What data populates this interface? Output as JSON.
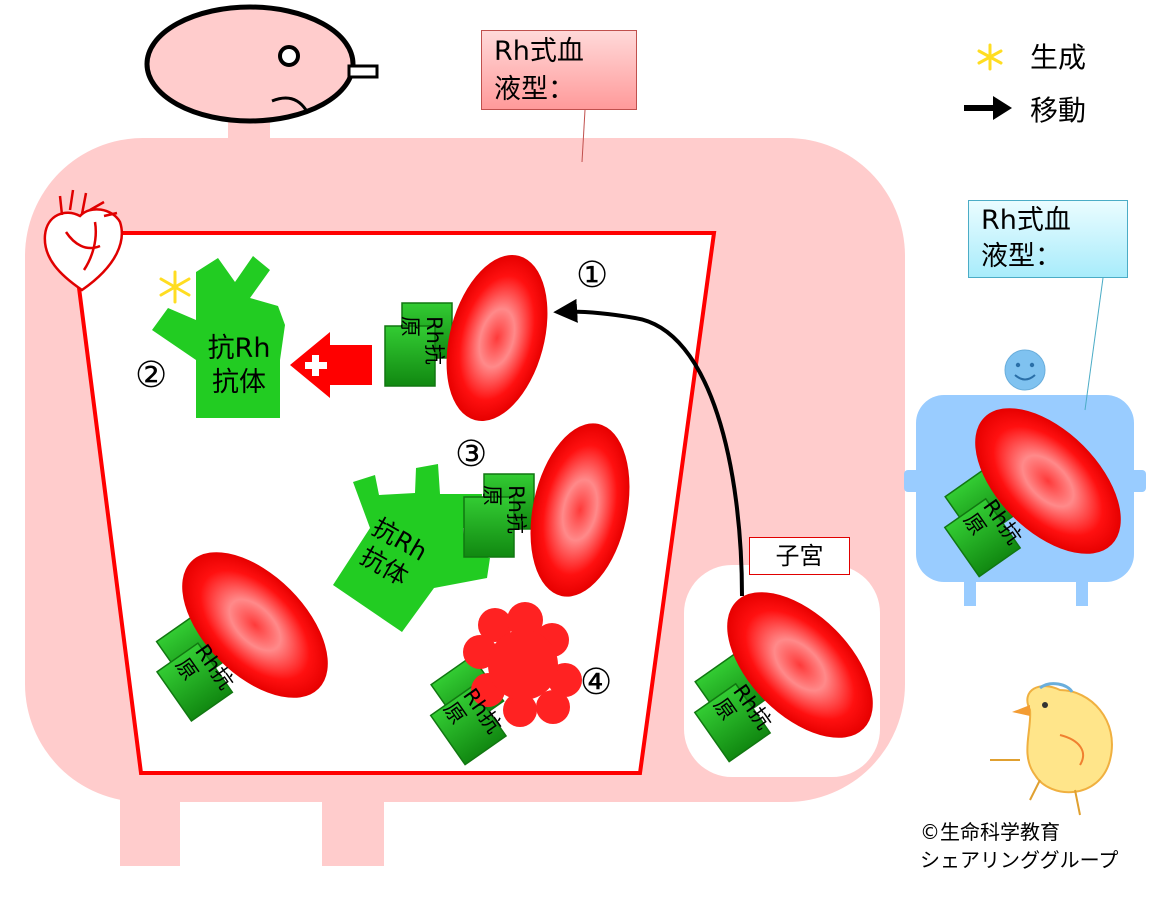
{
  "legend": {
    "generation_label": "生成",
    "movement_label": "移動"
  },
  "mother_label": {
    "line1": "Rh式血",
    "line2": "液型："
  },
  "child_label": {
    "line1": "Rh式血",
    "line2": "液型："
  },
  "womb_label": "子宮",
  "antigen_text": {
    "line1": "Rh抗",
    "line2": "原"
  },
  "antibody_text": {
    "line1": "抗Rh",
    "line2": "抗体"
  },
  "steps": {
    "s1": "①",
    "s2": "②",
    "s3": "③",
    "s4": "④"
  },
  "credit": {
    "line1": "©生命科学教育",
    "line2": "シェアリンググループ"
  },
  "colors": {
    "mother_body": "#ffcccc",
    "child_body": "#99ccff",
    "blood_vessel_border": "#ff0000",
    "red_blood_cell": "#ff0000",
    "antigen_green": "#119911",
    "antibody_green": "#22cc22",
    "generation_mark": "#ffee33"
  },
  "icons": {
    "generation": "asterisk-icon",
    "movement": "arrow-right-icon",
    "heart": "heart-icon",
    "child_face": "smiley-icon",
    "chick": "chick-illustration"
  }
}
